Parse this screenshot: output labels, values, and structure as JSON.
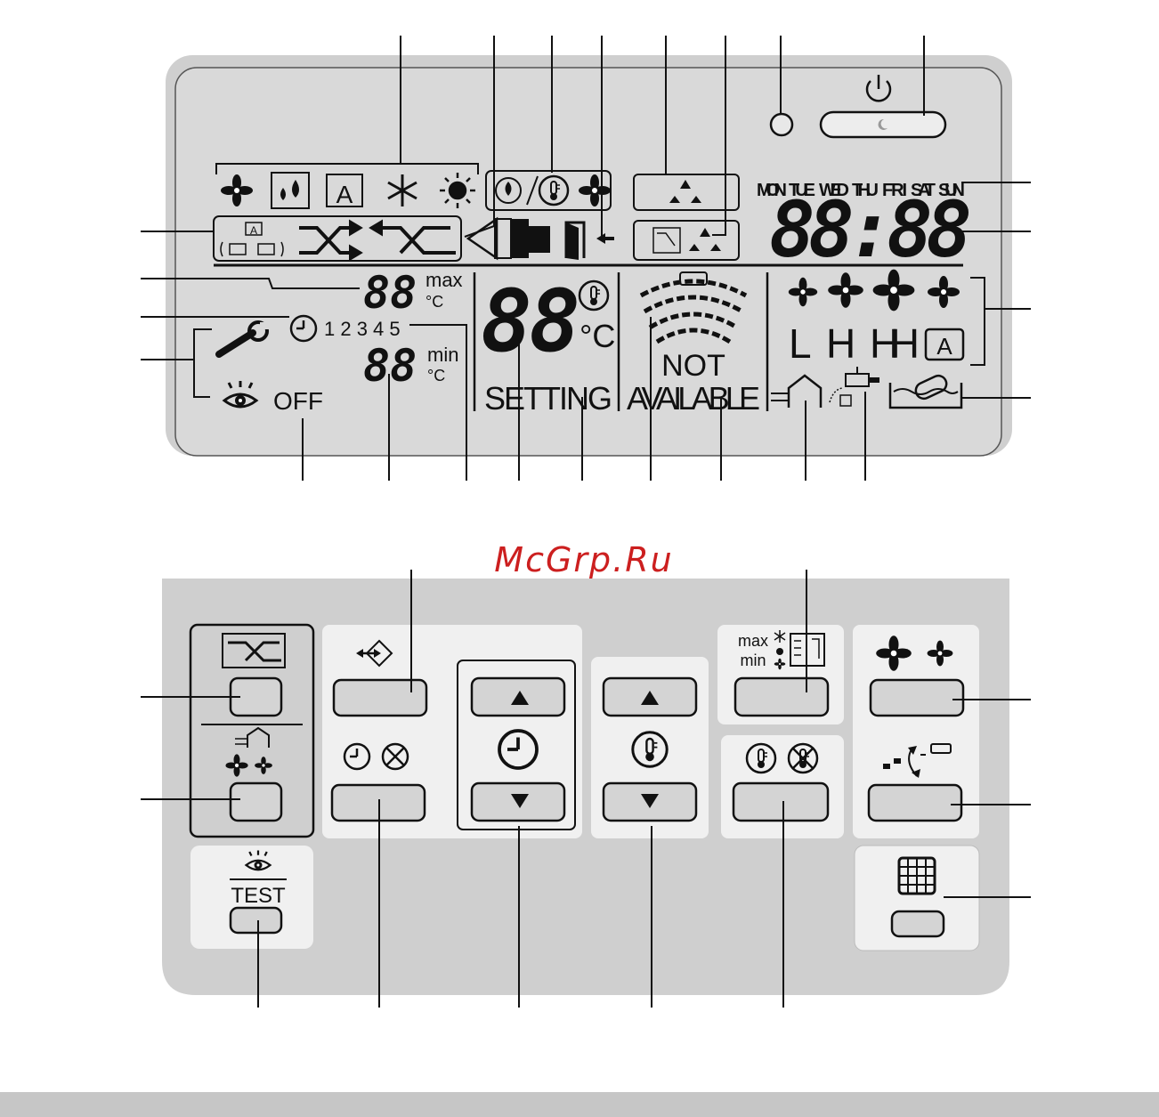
{
  "lcd": {
    "weekdays": [
      "MON",
      "TUE",
      "WED",
      "THU",
      "FRI",
      "SAT",
      "SUN"
    ],
    "clock": "88:88",
    "temp_max_digits": "88",
    "temp_max_label": "max",
    "temp_min_digits": "88",
    "temp_min_label": "min",
    "celsius": "°C",
    "setpoint_digits": "88",
    "setpoint_unit": "°C",
    "program_numbers": "1 2 3 4 5",
    "off_label": "OFF",
    "setting_label": "SETTING",
    "not_label": "NOT",
    "available_label": "AVAILABLE",
    "fan_speed_low": "L",
    "fan_speed_high": "H",
    "fan_speed_highhigh": "HH",
    "auto_badge": "A"
  },
  "controls": {
    "test_label": "TEST",
    "max_label": "max",
    "min_label": "min"
  },
  "watermark": "McGrp.Ru",
  "colors": {
    "panel": "#cfcfcf",
    "panel_inner": "#d9d9d9",
    "group_bg": "#f0f0f0",
    "button": "#d4d4d4",
    "ink": "#111111",
    "watermark": "#cc1f1f",
    "footer_bar": "#c6c6c6"
  },
  "icons": [
    "fan-icon",
    "drop-icon",
    "auto-mode-icon",
    "snowflake-icon",
    "sun-icon",
    "ventilation-icon",
    "door-icon",
    "clock-icon",
    "wrench-icon",
    "eye-icon",
    "thermometer-icon",
    "house-icon",
    "faucet-icon",
    "filter-icon",
    "power-icon",
    "grid-icon"
  ]
}
